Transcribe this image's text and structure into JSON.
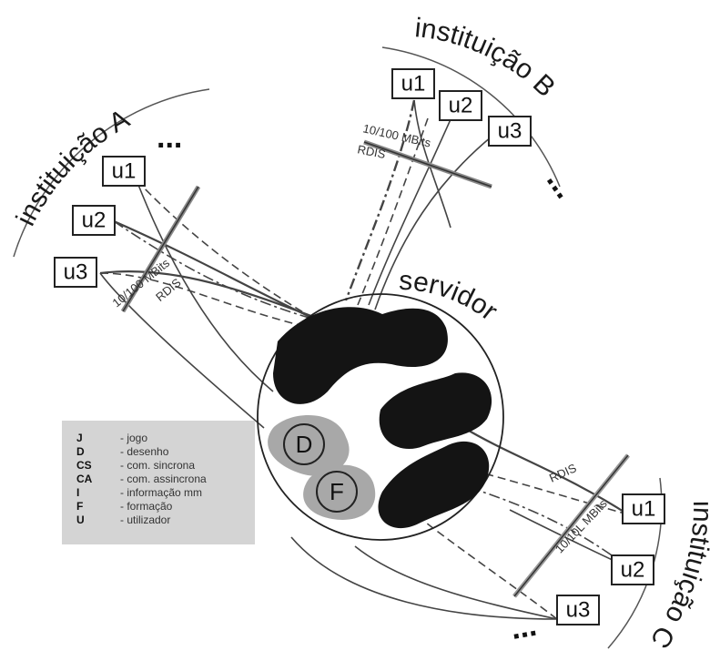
{
  "institutions": {
    "a": {
      "label": "instituição A"
    },
    "b": {
      "label": "instituição B"
    },
    "c": {
      "label": "instituição C"
    }
  },
  "users": [
    "u1",
    "u2",
    "u3"
  ],
  "server": {
    "label": "servidor"
  },
  "links": {
    "a": {
      "speed": "10/100 MBits",
      "rdis": "RDIS"
    },
    "b": {
      "speed": "10/100 MBits",
      "rdis": "RDIS"
    },
    "c": {
      "speed": "10/10L MBits",
      "rdis": "RDIS"
    }
  },
  "modules": {
    "d": "D",
    "f": "F"
  },
  "more": "...",
  "legend": [
    {
      "key": "J",
      "desc": "- jogo"
    },
    {
      "key": "D",
      "desc": "- desenho"
    },
    {
      "key": "CS",
      "desc": "- com. sincrona"
    },
    {
      "key": "CA",
      "desc": "- com. assincrona"
    },
    {
      "key": "I",
      "desc": "- informação mm"
    },
    {
      "key": "F",
      "desc": "- formação"
    },
    {
      "key": "U",
      "desc": "- utilizador"
    }
  ],
  "colors": {
    "blob_dark": "#141414",
    "blob_light": "#a8a8a8",
    "legend_bg": "#d4d4d4",
    "line": "#555555"
  }
}
